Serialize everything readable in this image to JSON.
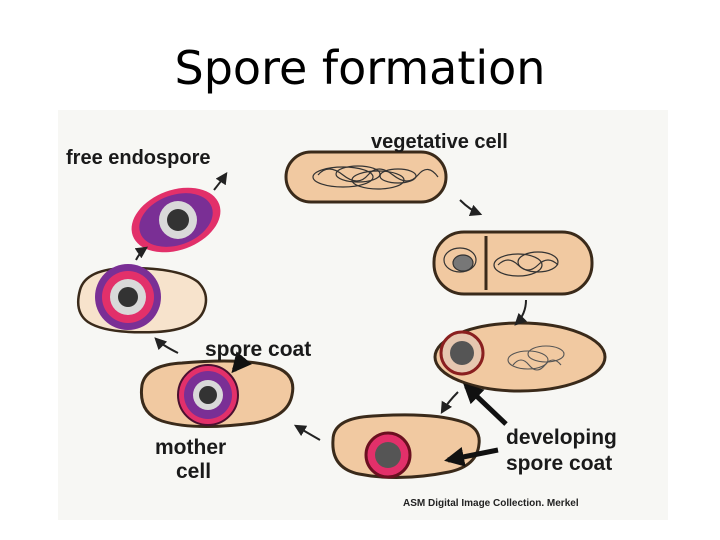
{
  "title": "Spore formation",
  "labels": {
    "free_endospore": "free endospore",
    "vegetative_cell": "vegetative cell",
    "spore_coat": "spore coat",
    "mother": "mother",
    "cell": "cell",
    "developing": "developing",
    "spore_coat_2": "spore coat"
  },
  "credit": "ASM Digital Image Collection. Merkel",
  "colors": {
    "cell_fill": "#f1c9a1",
    "cell_stroke": "#3a2a1a",
    "spore_purple": "#7a2f95",
    "spore_pink": "#e2306a",
    "spore_core": "#d9d9d9",
    "arrow": "#222222"
  }
}
